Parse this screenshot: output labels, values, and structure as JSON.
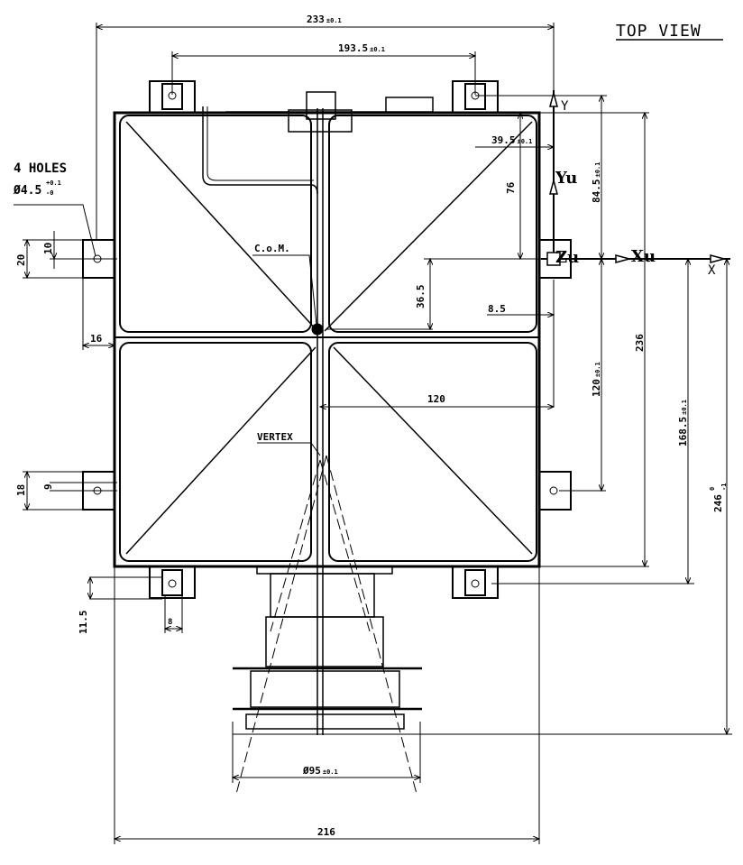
{
  "title": "TOP VIEW",
  "dims": {
    "width_overall": "233",
    "width_overall_tol": "±0.1",
    "hole_span": "193.5",
    "hole_span_tol": "±0.1",
    "y_offset": "39.5",
    "y_offset_tol": "±0.1",
    "d76": "76",
    "d84": "84.5",
    "d84_tol": "±0.1",
    "d36": "36.5",
    "d8_5": "8.5",
    "d120": "120",
    "d120b": "120",
    "d120b_tol": "±0.1",
    "d236": "236",
    "d168": "168.5",
    "d168_tol": "±0.1",
    "d246": "246",
    "d246_tol_up": "0",
    "d246_tol_dn": "-1",
    "d10": "10",
    "d20": "20",
    "d16": "16",
    "d9": "9",
    "d18": "18",
    "d11_5": "11.5",
    "d8": "8",
    "d95": "Ø95",
    "d95_tol": "±0.1",
    "d216": "216"
  },
  "notes": {
    "holes": "4 HOLES",
    "hole_dia": "Ø4.5",
    "hole_tol_up": "+0.1",
    "hole_tol_dn": "-0",
    "com": "C.o.M.",
    "vertex": "VERTEX"
  },
  "axes": {
    "y": "Y",
    "yu": "Yu",
    "zu": "Zu",
    "xu": "Xu",
    "x": "X"
  }
}
